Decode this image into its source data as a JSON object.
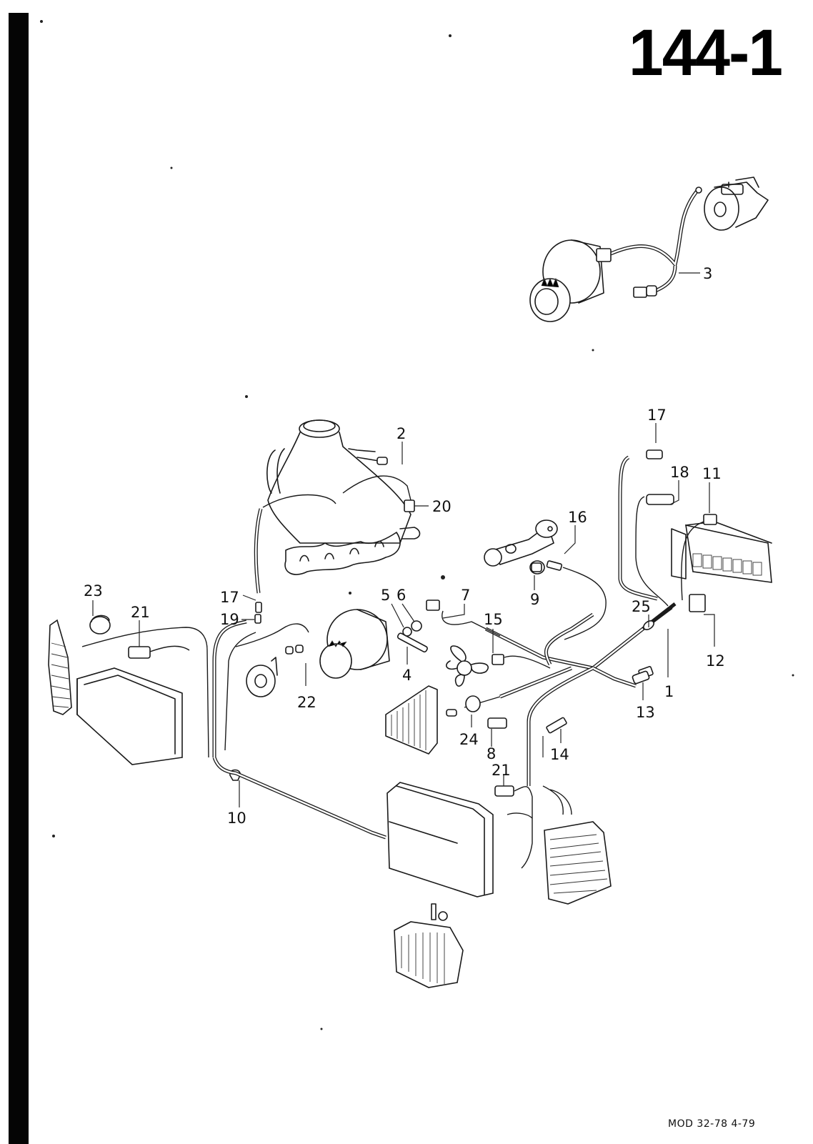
{
  "page": {
    "number": "144-1",
    "footer": "MOD 32-78  4-79"
  },
  "diagram": {
    "title": "Front wiring harness – exploded parts view",
    "callouts": [
      {
        "label": "1"
      },
      {
        "label": "2"
      },
      {
        "label": "3"
      },
      {
        "label": "4"
      },
      {
        "label": "5"
      },
      {
        "label": "6"
      },
      {
        "label": "7"
      },
      {
        "label": "8"
      },
      {
        "label": "9"
      },
      {
        "label": "10"
      },
      {
        "label": "11"
      },
      {
        "label": "12"
      },
      {
        "label": "13"
      },
      {
        "label": "14"
      },
      {
        "label": "15"
      },
      {
        "label": "16"
      },
      {
        "label": "17"
      },
      {
        "label": "17"
      },
      {
        "label": "18"
      },
      {
        "label": "19"
      },
      {
        "label": "20"
      },
      {
        "label": "21"
      },
      {
        "label": "21"
      },
      {
        "label": "22"
      },
      {
        "label": "23"
      },
      {
        "label": "24"
      },
      {
        "label": "25"
      }
    ],
    "components": [
      "starter-motor",
      "alternator-upper",
      "harness-3",
      "intake-manifold",
      "alternator-lower",
      "fan",
      "horn",
      "radiator",
      "relay-fuse-box",
      "brake-master-cylinder",
      "headlamp-left",
      "headlamp-right",
      "turn-signal-left",
      "turn-signal-right",
      "fog-lamp",
      "main-harness"
    ]
  }
}
